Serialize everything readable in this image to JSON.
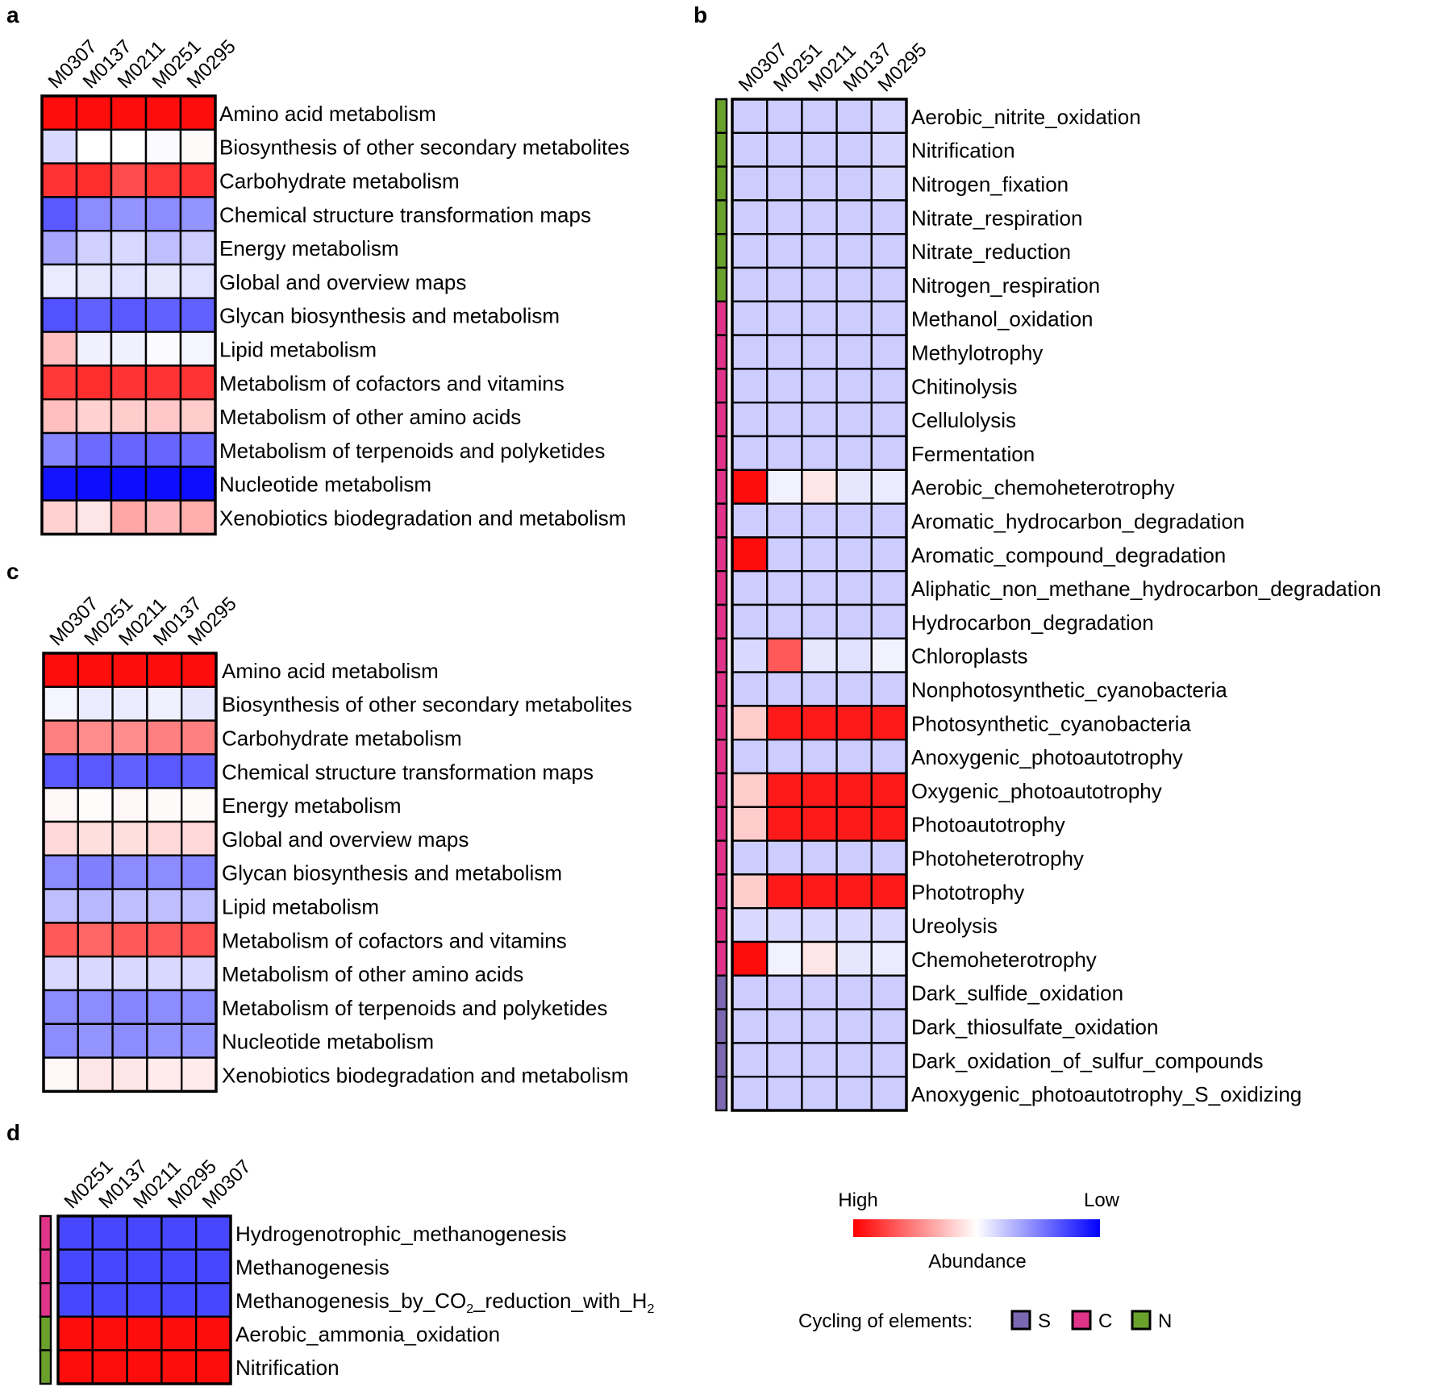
{
  "colors": {
    "high": "#ff0000",
    "mid": "#ffffff",
    "low": "#0000ff",
    "cycle_S": "#7b68b0",
    "cycle_C": "#e0338a",
    "cycle_N": "#6aa12c"
  },
  "chart_data": [
    {
      "panel": "a",
      "type": "heatmap",
      "columns": [
        "M0307",
        "M0137",
        "M0211",
        "M0251",
        "M0295"
      ],
      "rows": [
        {
          "label": "Amino acid metabolism",
          "values": [
            0.95,
            0.95,
            0.95,
            0.95,
            0.95
          ]
        },
        {
          "label": "Biosynthesis of other secondary metabolites",
          "values": [
            -0.15,
            0.0,
            0.0,
            -0.02,
            0.02
          ]
        },
        {
          "label": "Carbohydrate metabolism",
          "values": [
            0.8,
            0.82,
            0.7,
            0.78,
            0.8
          ]
        },
        {
          "label": "Chemical structure transformation maps",
          "values": [
            -0.65,
            -0.45,
            -0.42,
            -0.45,
            -0.42
          ]
        },
        {
          "label": "Energy metabolism",
          "values": [
            -0.35,
            -0.18,
            -0.15,
            -0.25,
            -0.2
          ]
        },
        {
          "label": "Global and overview maps",
          "values": [
            -0.08,
            -0.1,
            -0.12,
            -0.1,
            -0.12
          ]
        },
        {
          "label": "Glycan biosynthesis and metabolism",
          "values": [
            -0.68,
            -0.62,
            -0.65,
            -0.62,
            -0.62
          ]
        },
        {
          "label": "Lipid metabolism",
          "values": [
            0.25,
            -0.06,
            -0.06,
            -0.02,
            -0.04
          ]
        },
        {
          "label": "Metabolism of cofactors and vitamins",
          "values": [
            0.78,
            0.82,
            0.8,
            0.8,
            0.8
          ]
        },
        {
          "label": "Metabolism of other amino acids",
          "values": [
            0.25,
            0.18,
            0.2,
            0.22,
            0.2
          ]
        },
        {
          "label": "Metabolism of terpenoids and polyketides",
          "values": [
            -0.48,
            -0.58,
            -0.6,
            -0.6,
            -0.58
          ]
        },
        {
          "label": "Nucleotide metabolism",
          "values": [
            -0.92,
            -0.95,
            -0.95,
            -0.95,
            -0.95
          ]
        },
        {
          "label": "Xenobiotics biodegradation and metabolism",
          "values": [
            0.18,
            0.1,
            0.35,
            0.28,
            0.32
          ]
        }
      ]
    },
    {
      "panel": "b",
      "type": "heatmap",
      "columns": [
        "M0307",
        "M0251",
        "M0211",
        "M0137",
        "M0295"
      ],
      "rows": [
        {
          "label": "Aerobic_nitrite_oxidation",
          "cycle": "N",
          "values": [
            -0.2,
            -0.2,
            -0.2,
            -0.2,
            -0.17
          ]
        },
        {
          "label": "Nitrification",
          "cycle": "N",
          "values": [
            -0.2,
            -0.2,
            -0.2,
            -0.2,
            -0.17
          ]
        },
        {
          "label": "Nitrogen_fixation",
          "cycle": "N",
          "values": [
            -0.2,
            -0.2,
            -0.2,
            -0.2,
            -0.17
          ]
        },
        {
          "label": "Nitrate_respiration",
          "cycle": "N",
          "values": [
            -0.2,
            -0.2,
            -0.2,
            -0.2,
            -0.2
          ]
        },
        {
          "label": "Nitrate_reduction",
          "cycle": "N",
          "values": [
            -0.2,
            -0.2,
            -0.2,
            -0.2,
            -0.2
          ]
        },
        {
          "label": "Nitrogen_respiration",
          "cycle": "N",
          "values": [
            -0.2,
            -0.2,
            -0.2,
            -0.2,
            -0.2
          ]
        },
        {
          "label": "Methanol_oxidation",
          "cycle": "C",
          "values": [
            -0.2,
            -0.2,
            -0.2,
            -0.2,
            -0.2
          ]
        },
        {
          "label": "Methylotrophy",
          "cycle": "C",
          "values": [
            -0.2,
            -0.2,
            -0.2,
            -0.2,
            -0.2
          ]
        },
        {
          "label": "Chitinolysis",
          "cycle": "C",
          "values": [
            -0.2,
            -0.2,
            -0.2,
            -0.2,
            -0.2
          ]
        },
        {
          "label": "Cellulolysis",
          "cycle": "C",
          "values": [
            -0.2,
            -0.2,
            -0.2,
            -0.2,
            -0.2
          ]
        },
        {
          "label": "Fermentation",
          "cycle": "C",
          "values": [
            -0.2,
            -0.2,
            -0.2,
            -0.2,
            -0.2
          ]
        },
        {
          "label": "Aerobic_chemoheterotrophy",
          "cycle": "C",
          "values": [
            0.95,
            -0.05,
            0.1,
            -0.1,
            -0.08
          ]
        },
        {
          "label": "Aromatic_hydrocarbon_degradation",
          "cycle": "C",
          "values": [
            -0.2,
            -0.2,
            -0.2,
            -0.2,
            -0.2
          ]
        },
        {
          "label": "Aromatic_compound_degradation",
          "cycle": "C",
          "values": [
            0.95,
            -0.2,
            -0.2,
            -0.2,
            -0.2
          ]
        },
        {
          "label": "Aliphatic_non_methane_hydrocarbon_degradation",
          "cycle": "C",
          "values": [
            -0.2,
            -0.2,
            -0.2,
            -0.2,
            -0.2
          ]
        },
        {
          "label": "Hydrocarbon_degradation",
          "cycle": "C",
          "values": [
            -0.2,
            -0.2,
            -0.2,
            -0.2,
            -0.2
          ]
        },
        {
          "label": "Chloroplasts",
          "cycle": "C",
          "values": [
            -0.15,
            0.65,
            -0.1,
            -0.12,
            -0.05
          ]
        },
        {
          "label": "Nonphotosynthetic_cyanobacteria",
          "cycle": "C",
          "values": [
            -0.2,
            -0.2,
            -0.2,
            -0.2,
            -0.2
          ]
        },
        {
          "label": "Photosynthetic_cyanobacteria",
          "cycle": "C",
          "values": [
            0.2,
            0.9,
            0.9,
            0.9,
            0.9
          ]
        },
        {
          "label": "Anoxygenic_photoautotrophy",
          "cycle": "C",
          "values": [
            -0.2,
            -0.2,
            -0.2,
            -0.2,
            -0.2
          ]
        },
        {
          "label": "Oxygenic_photoautotrophy",
          "cycle": "C",
          "values": [
            0.2,
            0.9,
            0.9,
            0.9,
            0.9
          ]
        },
        {
          "label": "Photoautotrophy",
          "cycle": "C",
          "values": [
            0.2,
            0.9,
            0.9,
            0.9,
            0.9
          ]
        },
        {
          "label": "Photoheterotrophy",
          "cycle": "C",
          "values": [
            -0.2,
            -0.2,
            -0.2,
            -0.2,
            -0.2
          ]
        },
        {
          "label": "Phototrophy",
          "cycle": "C",
          "values": [
            0.2,
            0.9,
            0.9,
            0.9,
            0.9
          ]
        },
        {
          "label": "Ureolysis",
          "cycle": "C",
          "values": [
            -0.15,
            -0.15,
            -0.15,
            -0.15,
            -0.15
          ]
        },
        {
          "label": "Chemoheterotrophy",
          "cycle": "C",
          "values": [
            0.95,
            -0.05,
            0.1,
            -0.1,
            -0.08
          ]
        },
        {
          "label": "Dark_sulfide_oxidation",
          "cycle": "S",
          "values": [
            -0.2,
            -0.2,
            -0.2,
            -0.2,
            -0.2
          ]
        },
        {
          "label": "Dark_thiosulfate_oxidation",
          "cycle": "S",
          "values": [
            -0.2,
            -0.2,
            -0.2,
            -0.2,
            -0.2
          ]
        },
        {
          "label": "Dark_oxidation_of_sulfur_compounds",
          "cycle": "S",
          "values": [
            -0.2,
            -0.2,
            -0.2,
            -0.2,
            -0.2
          ]
        },
        {
          "label": "Anoxygenic_photoautotrophy_S_oxidizing",
          "cycle": "S",
          "values": [
            -0.2,
            -0.2,
            -0.2,
            -0.2,
            -0.2
          ]
        }
      ]
    },
    {
      "panel": "c",
      "type": "heatmap",
      "columns": [
        "M0307",
        "M0251",
        "M0211",
        "M0137",
        "M0295"
      ],
      "rows": [
        {
          "label": "Amino acid metabolism",
          "values": [
            0.95,
            0.95,
            0.95,
            0.95,
            0.95
          ]
        },
        {
          "label": "Biosynthesis of other secondary metabolites",
          "values": [
            -0.04,
            -0.08,
            -0.08,
            -0.06,
            -0.1
          ]
        },
        {
          "label": "Carbohydrate metabolism",
          "values": [
            0.5,
            0.45,
            0.45,
            0.5,
            0.5
          ]
        },
        {
          "label": "Chemical structure transformation maps",
          "values": [
            -0.65,
            -0.65,
            -0.62,
            -0.65,
            -0.62
          ]
        },
        {
          "label": "Energy metabolism",
          "values": [
            0.03,
            0.01,
            0.03,
            0.02,
            0.02
          ]
        },
        {
          "label": "Global and overview maps",
          "values": [
            0.15,
            0.13,
            0.13,
            0.15,
            0.15
          ]
        },
        {
          "label": "Glycan biosynthesis and metabolism",
          "values": [
            -0.45,
            -0.5,
            -0.45,
            -0.45,
            -0.48
          ]
        },
        {
          "label": "Lipid metabolism",
          "values": [
            -0.25,
            -0.28,
            -0.25,
            -0.25,
            -0.25
          ]
        },
        {
          "label": "Metabolism of cofactors and vitamins",
          "values": [
            0.65,
            0.6,
            0.65,
            0.65,
            0.68
          ]
        },
        {
          "label": "Metabolism of other amino acids",
          "values": [
            -0.15,
            -0.15,
            -0.15,
            -0.15,
            -0.15
          ]
        },
        {
          "label": "Metabolism of terpenoids and polyketides",
          "values": [
            -0.45,
            -0.45,
            -0.48,
            -0.45,
            -0.45
          ]
        },
        {
          "label": "Nucleotide metabolism",
          "values": [
            -0.45,
            -0.42,
            -0.45,
            -0.42,
            -0.42
          ]
        },
        {
          "label": "Xenobiotics biodegradation and metabolism",
          "values": [
            0.03,
            0.1,
            0.1,
            0.08,
            0.08
          ]
        }
      ]
    },
    {
      "panel": "d",
      "type": "heatmap",
      "columns": [
        "M0251",
        "M0137",
        "M0211",
        "M0295",
        "M0307"
      ],
      "rows": [
        {
          "label": "Hydrogenotrophic_methanogenesis",
          "cycle": "C",
          "values": [
            -0.72,
            -0.72,
            -0.72,
            -0.72,
            -0.72
          ]
        },
        {
          "label": "Methanogenesis",
          "cycle": "C",
          "values": [
            -0.72,
            -0.72,
            -0.72,
            -0.72,
            -0.72
          ]
        },
        {
          "label": "Methanogenesis_by_CO2_reduction_with_H2",
          "cycle": "C",
          "values": [
            -0.72,
            -0.72,
            -0.72,
            -0.72,
            -0.72
          ]
        },
        {
          "label": "Aerobic_ammonia_oxidation",
          "cycle": "N",
          "values": [
            0.95,
            0.95,
            0.95,
            0.95,
            0.95
          ]
        },
        {
          "label": "Nitrification",
          "cycle": "N",
          "values": [
            0.95,
            0.95,
            0.95,
            0.95,
            0.95
          ]
        }
      ]
    }
  ],
  "legend": {
    "high_label": "High",
    "low_label": "Low",
    "title": "Abundance",
    "cycling_label": "Cycling of elements:",
    "cycles": [
      {
        "key": "S",
        "label": "S"
      },
      {
        "key": "C",
        "label": "C"
      },
      {
        "key": "N",
        "label": "N"
      }
    ]
  }
}
